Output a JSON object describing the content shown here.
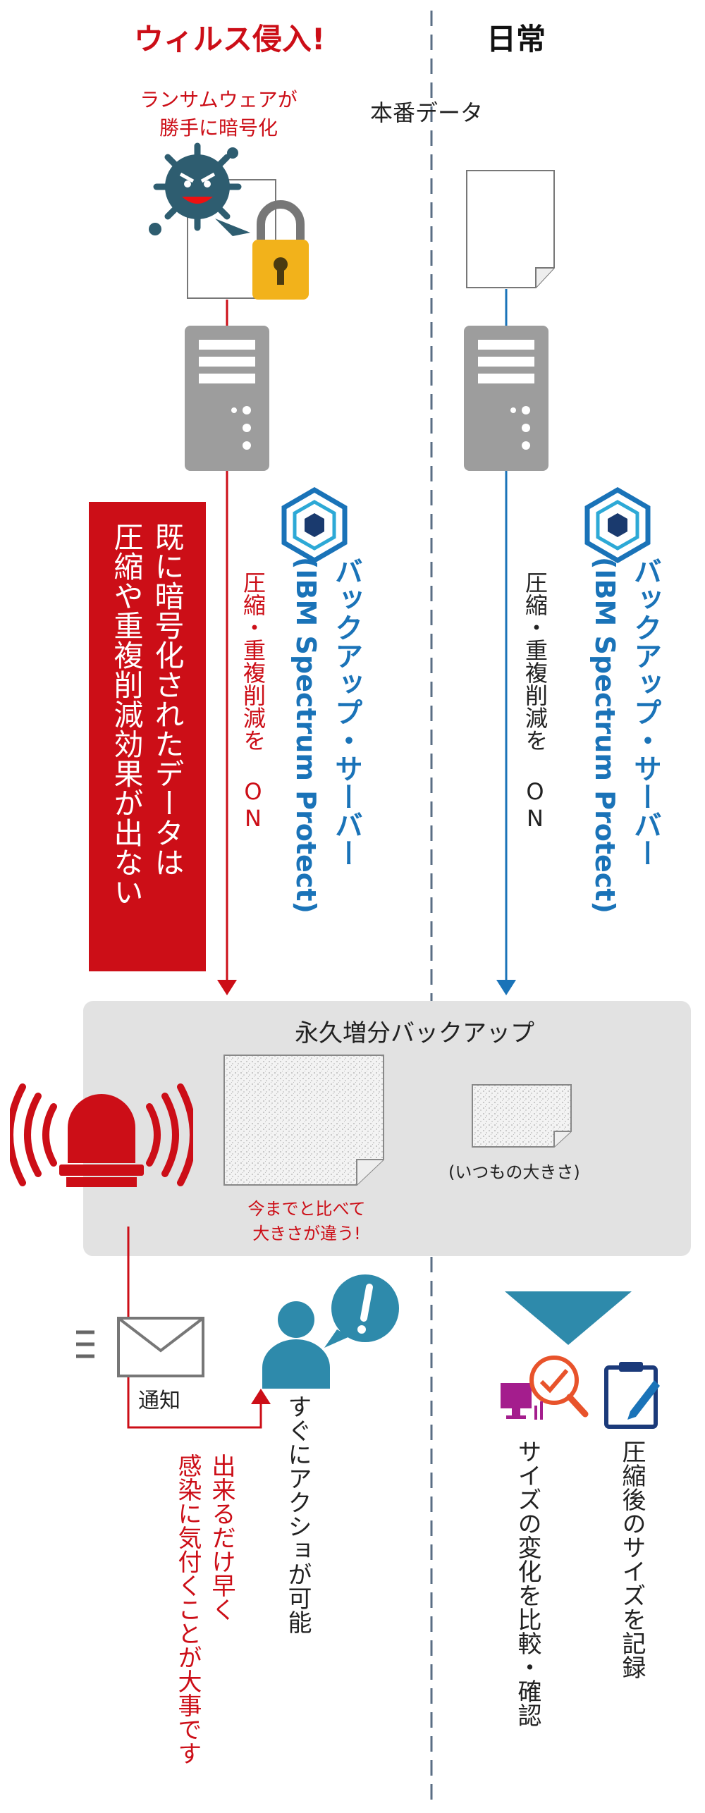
{
  "headers": {
    "left": "ウィルス侵入!",
    "right": "日常"
  },
  "left": {
    "ransom_label_line1": "ランサムウェアが",
    "ransom_label_line2": "勝手に暗号化",
    "compress_label": "圧縮・重複削減を ON",
    "server_title": "バックアップ・サーバー",
    "server_product": "(IBM Spectrum Protect)",
    "warning_box": [
      "既に暗号化されたデータは",
      "圧縮や重複削減効果が出ない"
    ],
    "size_diff_line1": "今までと比べて",
    "size_diff_line2": "大きさが違う!",
    "notify_label": "通知",
    "action_text": "すぐにアクショが可能",
    "early_text": [
      "出来るだけ早く",
      "感染に気付くことが大事です"
    ]
  },
  "right": {
    "prod_data_label": "本番データ",
    "compress_label": "圧縮・重複削減を ON",
    "server_title": "バックアップ・サーバー",
    "server_product": "(IBM Spectrum Protect)",
    "usual_size": "(いつもの大きさ)",
    "record_text": "圧縮後のサイズを記録",
    "compare_text": "サイズの変化を比較・確認"
  },
  "backup_box": {
    "title": "永久増分バックアップ"
  },
  "colors": {
    "red": "#cc0e17",
    "blue": "#1a73b8",
    "teal": "#2e8aab",
    "gray": "#9d9d9d",
    "box": "#e2e2e2"
  }
}
